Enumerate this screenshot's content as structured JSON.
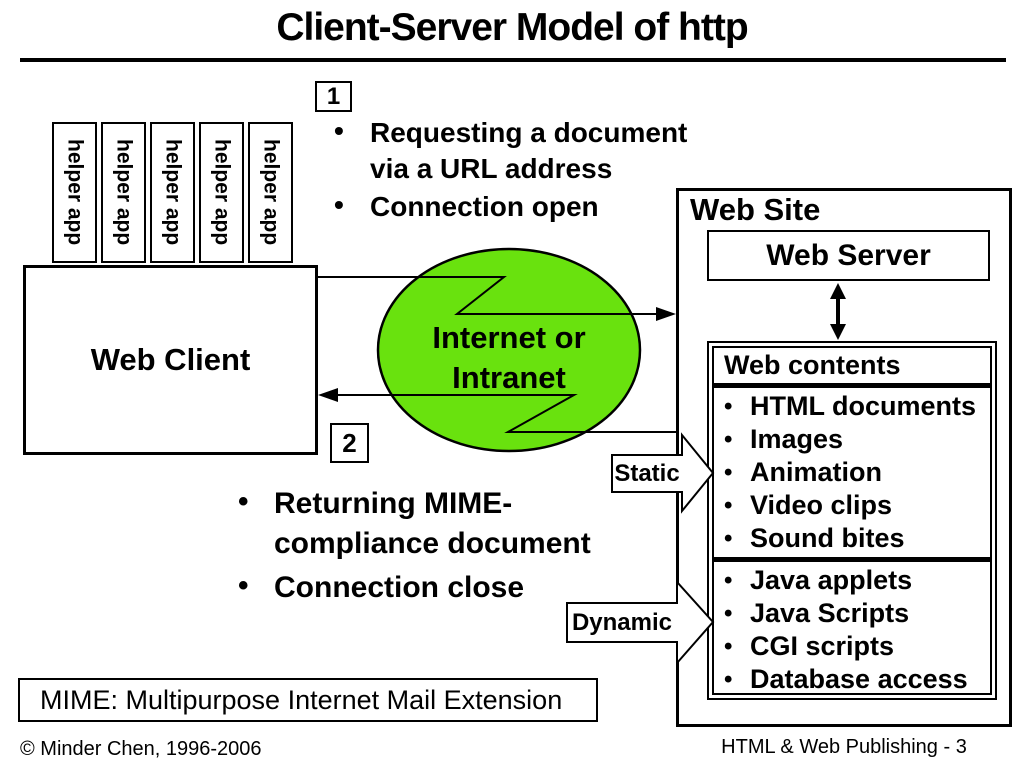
{
  "slide": {
    "title": "Client-Server Model of http",
    "footer_left": "© Minder Chen, 1996-2006",
    "footer_right": "HTML & Web Publishing - 3"
  },
  "client": {
    "label": "Web Client",
    "helper_apps": [
      "helper app",
      "helper app",
      "helper app",
      "helper app",
      "helper app"
    ]
  },
  "steps": {
    "step1": {
      "number": "1",
      "bullets": [
        "Requesting a document via a URL address",
        "Connection open"
      ]
    },
    "step2": {
      "number": "2",
      "bullets": [
        "Returning MIME-compliance document",
        "Connection close"
      ]
    }
  },
  "network": {
    "label_line1": "Internet or",
    "label_line2": "Intranet",
    "fill_color": "#69E20E",
    "outline_color": "#000000"
  },
  "server": {
    "site_label": "Web Site",
    "server_label": "Web Server",
    "contents": {
      "header": "Web contents",
      "static_items": [
        "HTML documents",
        "Images",
        "Animation",
        "Video clips",
        "Sound bites"
      ],
      "dynamic_items": [
        "Java applets",
        "Java Scripts",
        "CGI scripts",
        "Database access"
      ]
    },
    "static_arrow_label": "Static",
    "dynamic_arrow_label": "Dynamic"
  },
  "note": {
    "mime": "MIME: Multipurpose Internet Mail Extension"
  }
}
